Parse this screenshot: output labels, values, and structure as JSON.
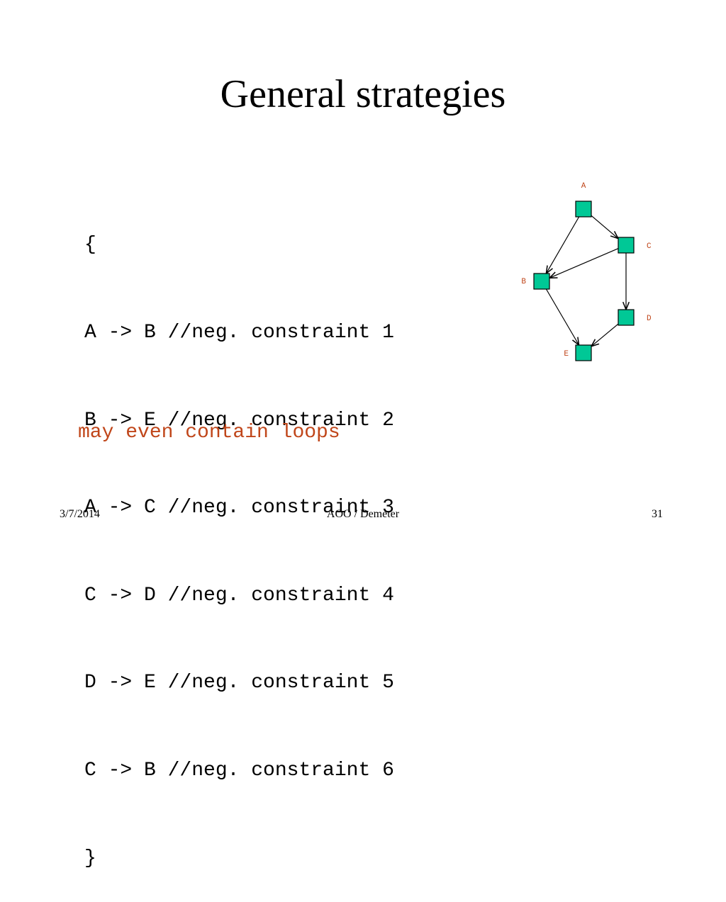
{
  "slide": {
    "title": "General strategies",
    "code_lines": [
      "{",
      "A -> B //neg. constraint 1",
      "B -> E //neg. constraint 2",
      "A -> C //neg. constraint 3",
      "C -> D //neg. constraint 4",
      "D -> E //neg. constraint 5",
      "C -> B //neg. constraint 6",
      "}"
    ],
    "note": "may even contain loops",
    "note_color": "#c0461a"
  },
  "diagram": {
    "node_color": "#00c896",
    "label_color": "#c0461a",
    "nodes": [
      {
        "id": "A",
        "label": "A"
      },
      {
        "id": "B",
        "label": "B"
      },
      {
        "id": "C",
        "label": "C"
      },
      {
        "id": "D",
        "label": "D"
      },
      {
        "id": "E",
        "label": "E"
      }
    ],
    "edges": [
      {
        "from": "A",
        "to": "B"
      },
      {
        "from": "A",
        "to": "C"
      },
      {
        "from": "C",
        "to": "B"
      },
      {
        "from": "C",
        "to": "D"
      },
      {
        "from": "B",
        "to": "E"
      },
      {
        "from": "D",
        "to": "E"
      }
    ]
  },
  "footer": {
    "date": "3/7/2014",
    "center": "AOO / Demeter",
    "page": "31"
  }
}
